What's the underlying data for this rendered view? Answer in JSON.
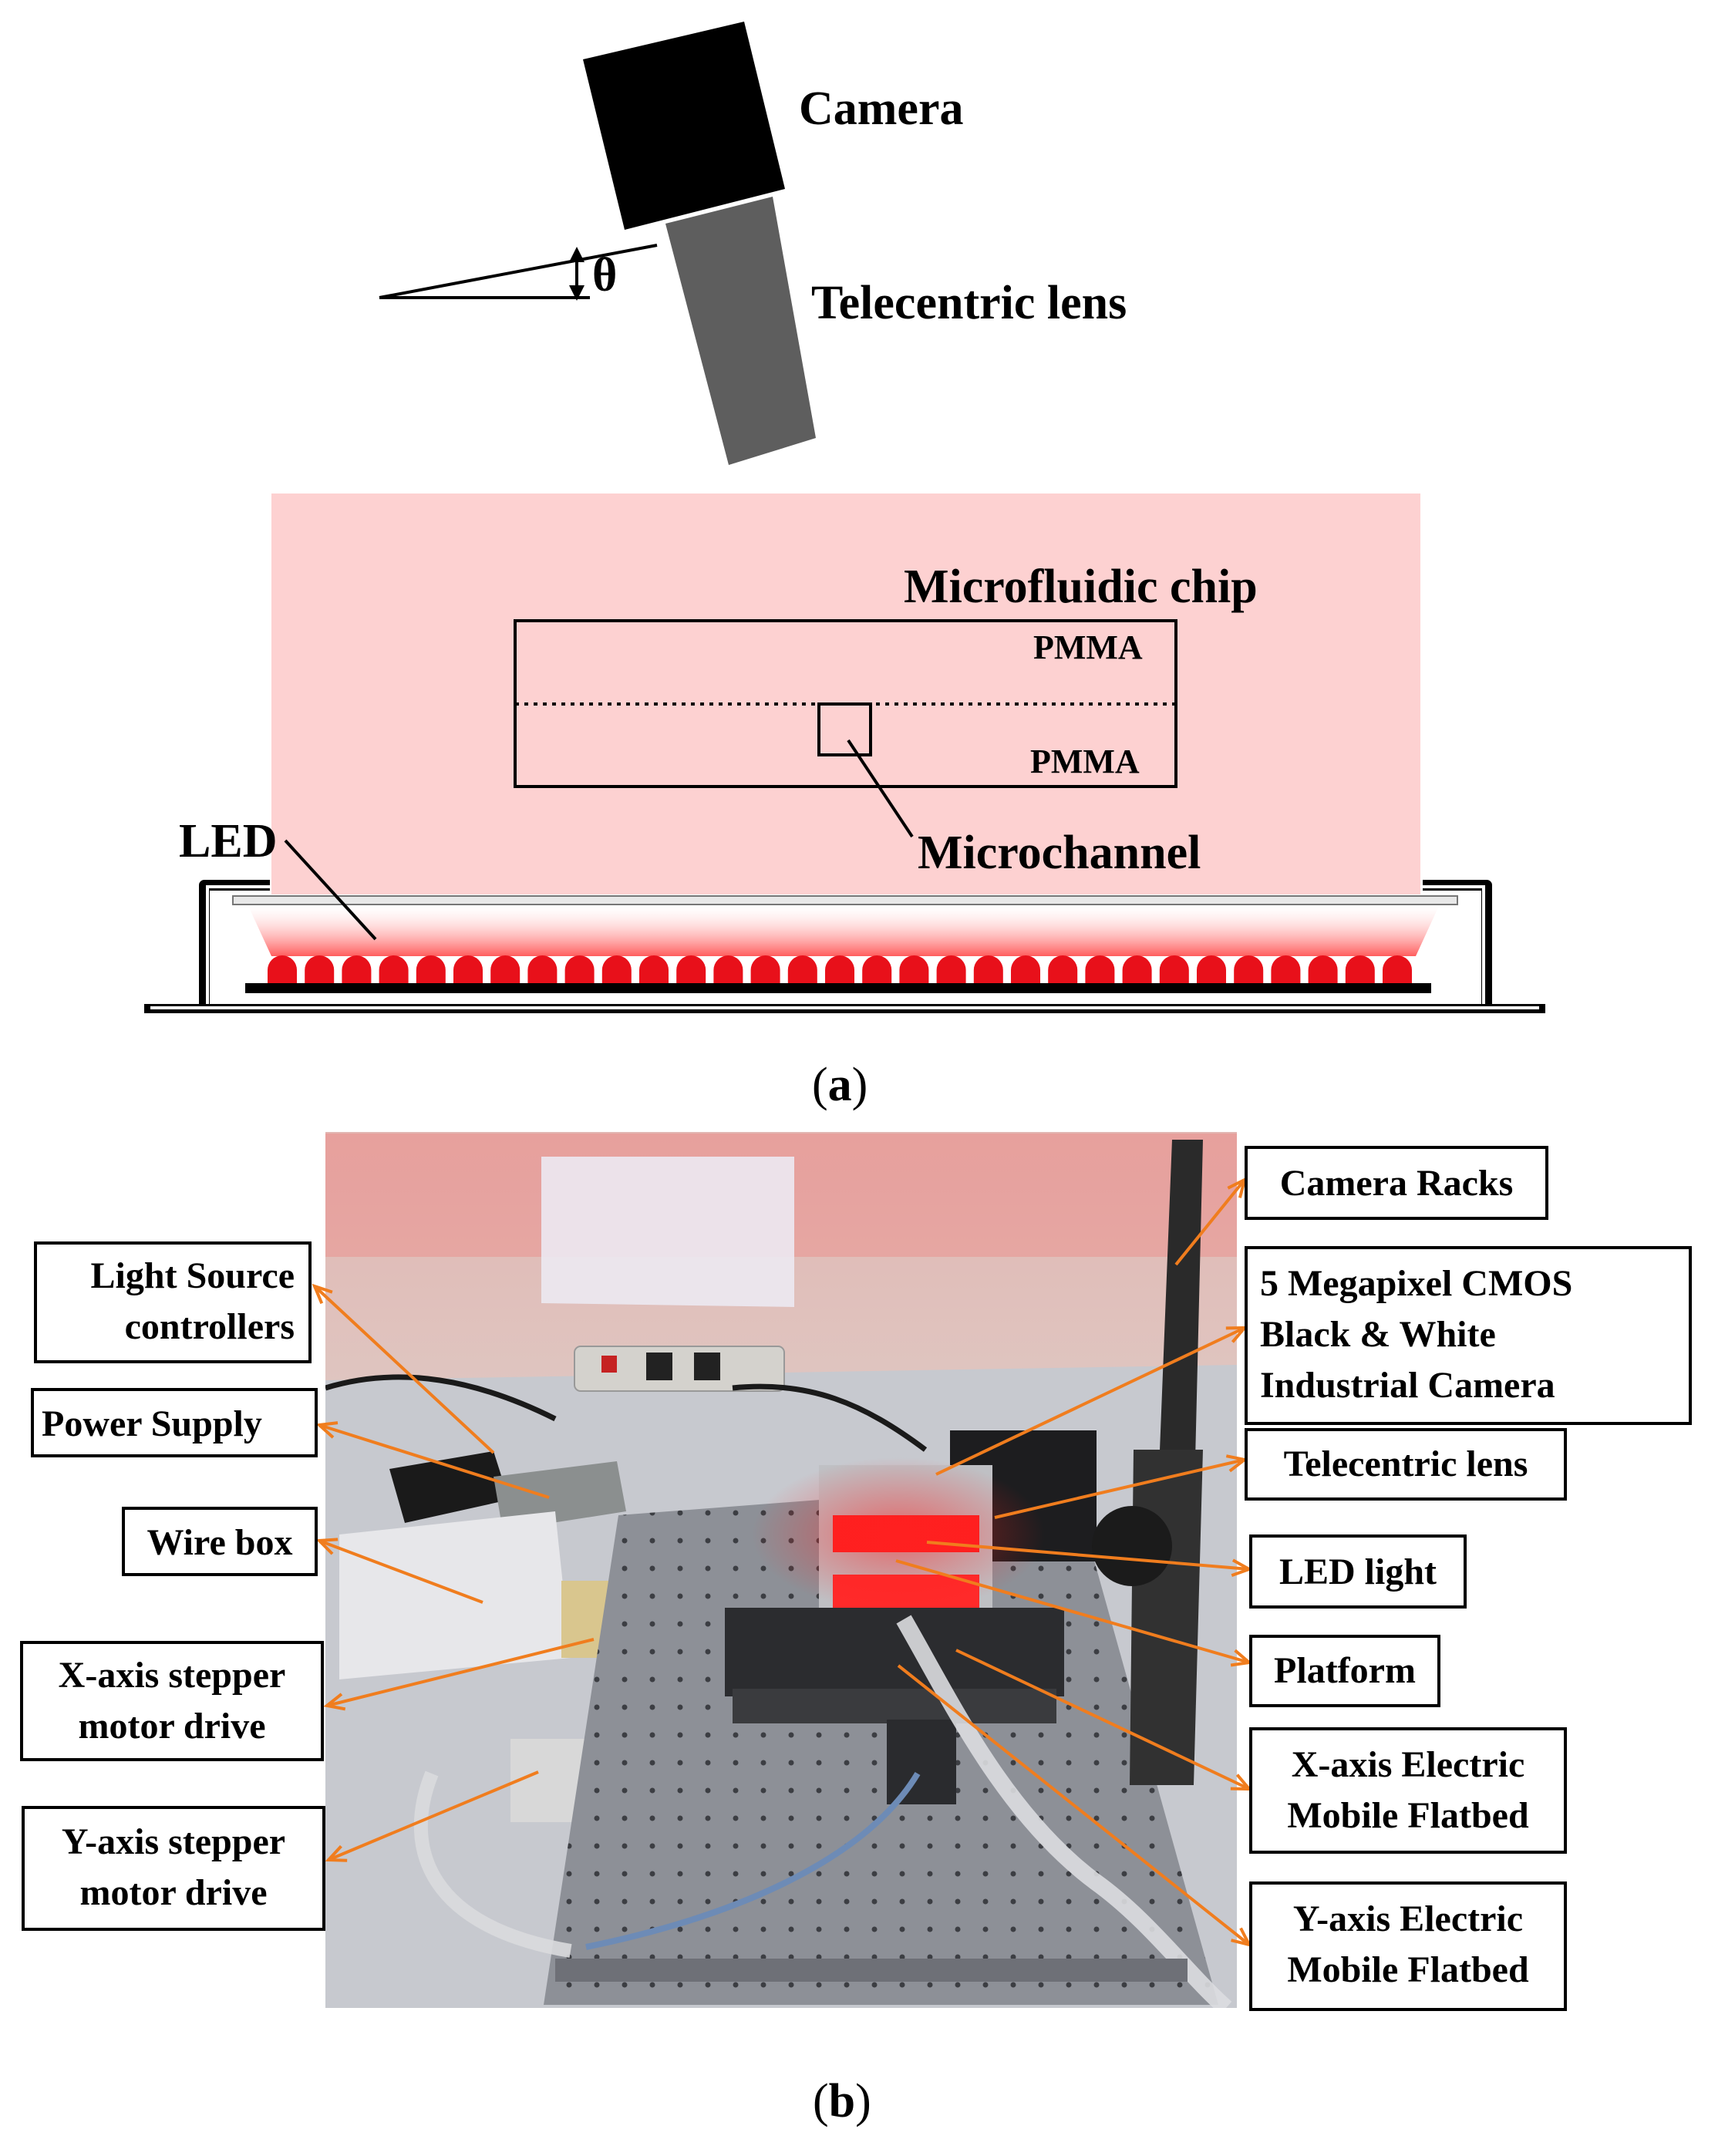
{
  "panel_a": {
    "camera_label": "Camera",
    "lens_label": "Telecentric lens",
    "angle_label": "θ",
    "chip_label": "Microfluidic chip",
    "pmma_top_label": "PMMA",
    "pmma_bottom_label": "PMMA",
    "microchannel_label": "Microchannel",
    "led_label": "LED",
    "caption_open": "(",
    "caption_letter": "a",
    "caption_close": ")"
  },
  "panel_b": {
    "left_labels": [
      {
        "line1": "Light Source",
        "line2": "controllers"
      },
      {
        "line1": "Power Supply"
      },
      {
        "line1": "Wire box"
      },
      {
        "line1": "X-axis stepper",
        "line2": "motor drive"
      },
      {
        "line1": "Y-axis stepper",
        "line2": "motor drive"
      }
    ],
    "right_labels": [
      {
        "line1": "Camera Racks"
      },
      {
        "line1": "5 Megapixel CMOS",
        "line2": "Black & White",
        "line3": "Industrial Camera"
      },
      {
        "line1": "Telecentric lens"
      },
      {
        "line1": "LED light"
      },
      {
        "line1": "Platform"
      },
      {
        "line1": "X-axis Electric",
        "line2": "Mobile Flatbed"
      },
      {
        "line1": "Y-axis Electric",
        "line2": "Mobile Flatbed"
      }
    ],
    "caption_open": "(",
    "caption_letter": "b",
    "caption_close": ")"
  },
  "colors": {
    "glow": "#fdd1d1",
    "led_red": "#e8101a",
    "arrow_orange": "#f07d1e",
    "lens_gray": "#5e5e5e"
  }
}
